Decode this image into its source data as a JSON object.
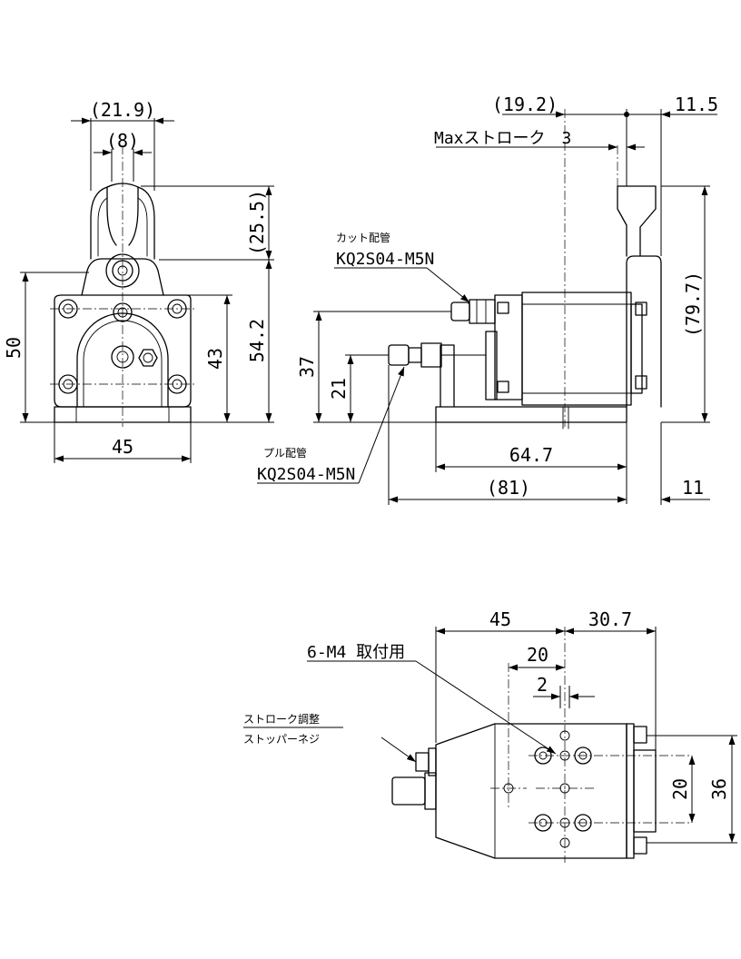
{
  "front": {
    "dims": {
      "w219": "(21.9)",
      "w8": "(8)",
      "h255": "(25.5)",
      "h50": "50",
      "h43": "43",
      "h542": "54.2",
      "w45": "45"
    },
    "labels": {
      "pull_line1": "プル配管",
      "pull_line2": "KQ2S04-M5N"
    }
  },
  "side": {
    "dims": {
      "d192": "(19.2)",
      "d115": "11.5",
      "max_stroke": "Maxストローク　3",
      "d797": "(79.7)",
      "d37": "37",
      "d21": "21",
      "d647": "64.7",
      "d81": "(81)",
      "d11": "11"
    },
    "labels": {
      "cut_line1": "カット配管",
      "cut_line2": "KQ2S04-M5N"
    }
  },
  "bottom": {
    "dims": {
      "d45": "45",
      "d307": "30.7",
      "d20h": "20",
      "d2": "2",
      "d20v": "20",
      "d36": "36"
    },
    "labels": {
      "holes": "6-M4 取付用",
      "adj_line1": "ストローク調整",
      "adj_line2": "ストッパーネジ"
    }
  }
}
